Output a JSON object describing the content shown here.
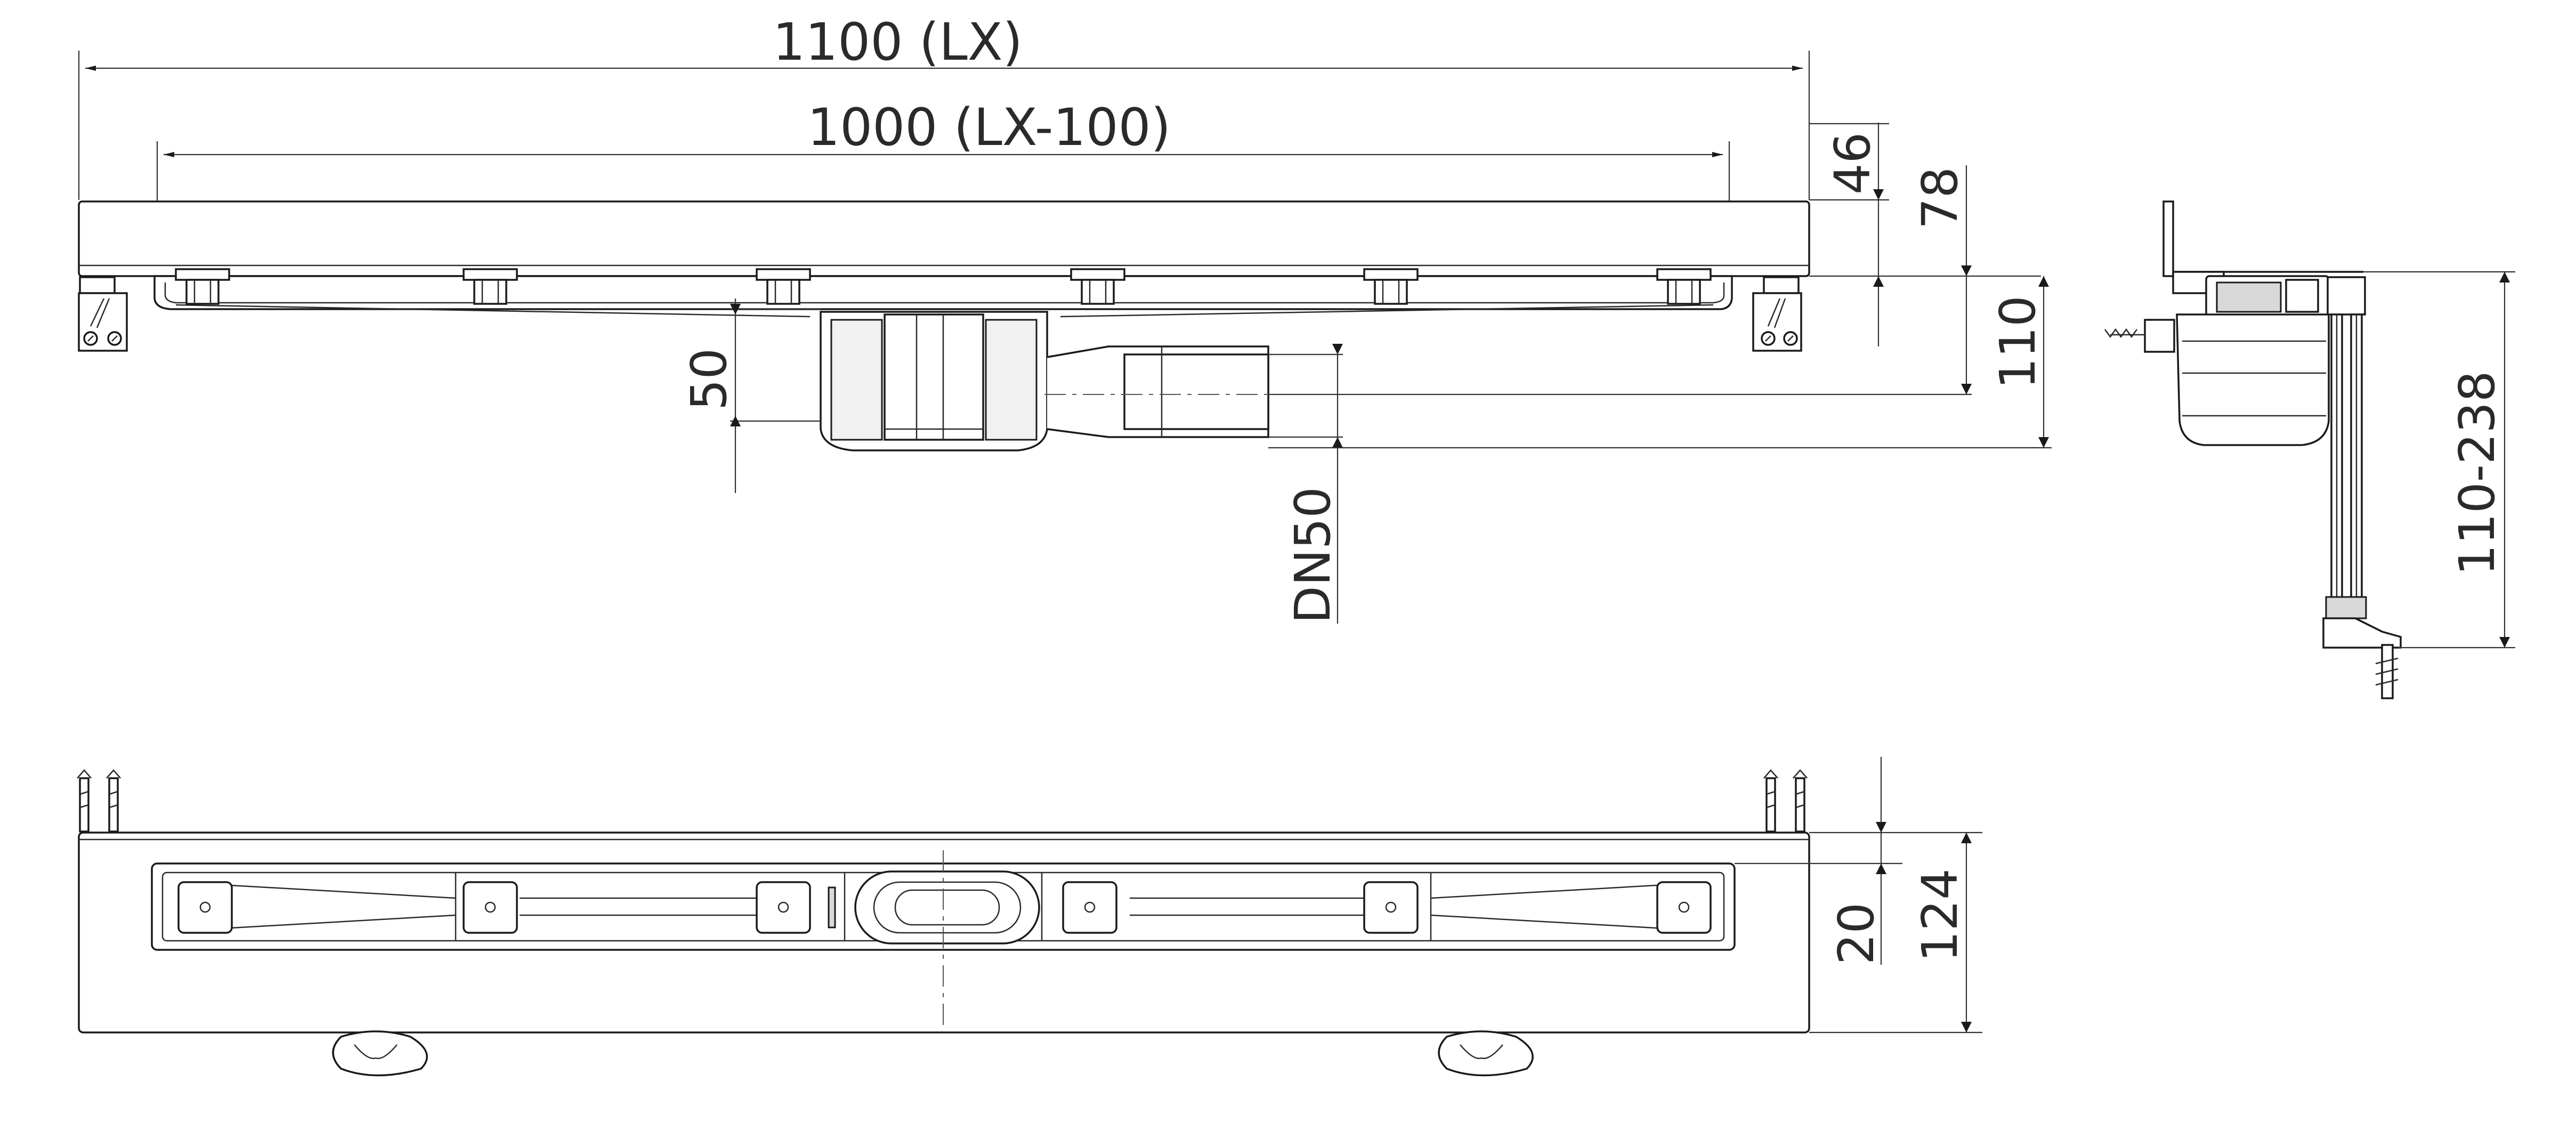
{
  "dimensions": {
    "overall_length": "1100 (LX)",
    "grate_length": "1000 (LX-100)",
    "height_46": "46",
    "height_78": "78",
    "height_110": "110",
    "height_50": "50",
    "outlet": "DN50",
    "adjust_range": "110-238",
    "width_20": "20",
    "width_124": "124"
  }
}
